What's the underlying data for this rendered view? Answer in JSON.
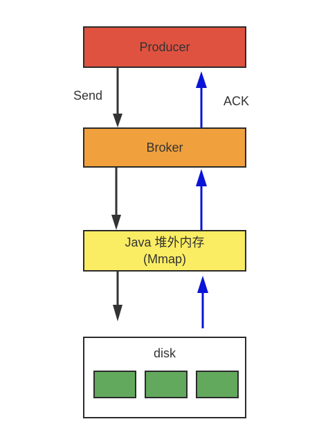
{
  "colors": {
    "producer": "#e05240",
    "broker": "#f0a03c",
    "java": "#fbed63",
    "disk_block": "#62a95d",
    "send_arrow": "#333333",
    "ack_arrow": "#0a14d6"
  },
  "nodes": {
    "producer": "Producer",
    "broker": "Broker",
    "java_line1": "Java 堆外内存",
    "java_line2": "(Mmap)",
    "disk": "disk"
  },
  "edges": {
    "send": "Send",
    "ack": "ACK"
  },
  "disk_blocks": 3
}
